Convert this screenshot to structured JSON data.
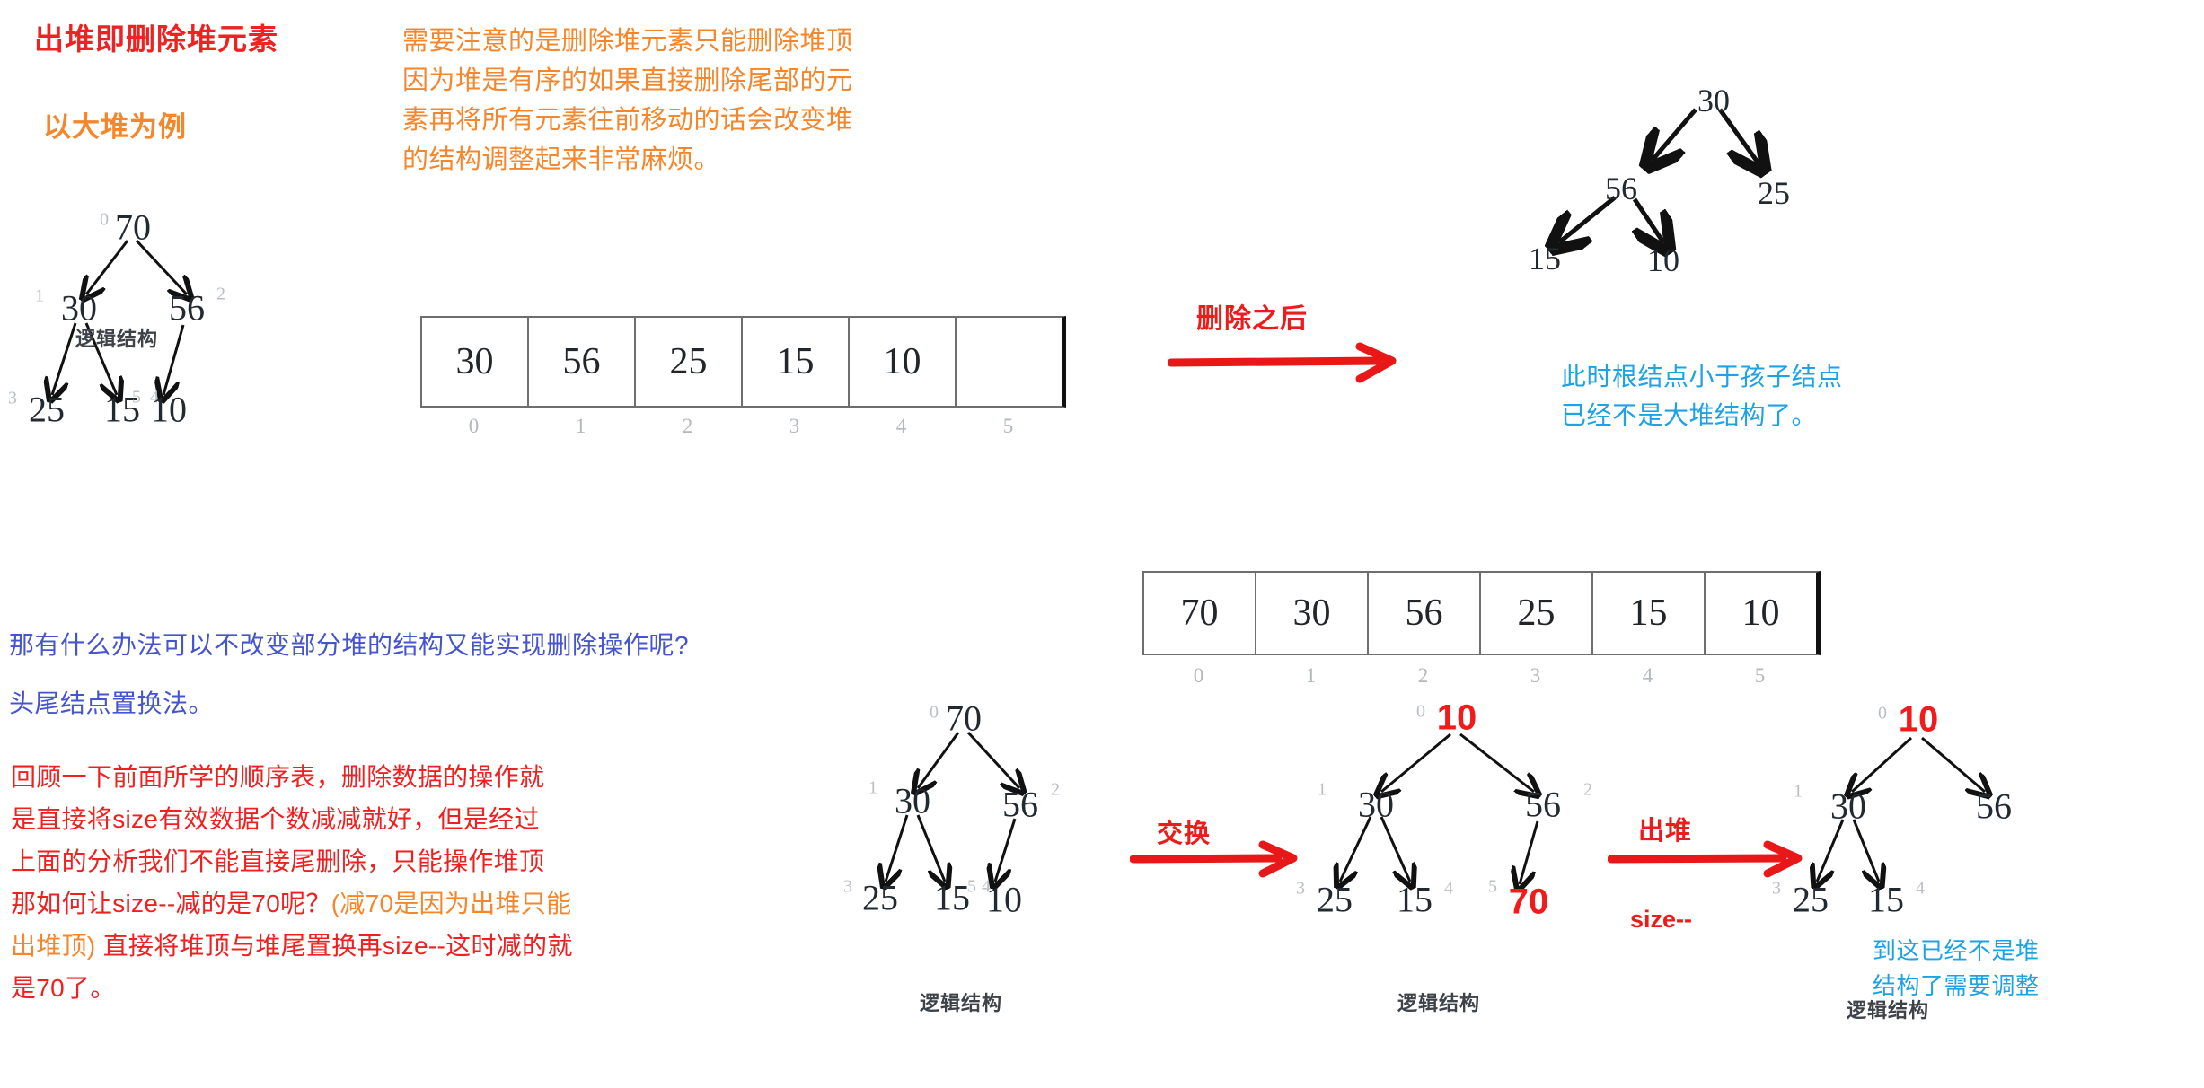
{
  "headings": {
    "title": "出堆即删除堆元素",
    "subtitle": "以大堆为例"
  },
  "notes": {
    "top_orange": "需要注意的是删除堆元素只能删除堆顶\n因为堆是有序的如果直接删除尾部的元\n素再将所有元素往前移动的话会改变堆\n的结构调整起来非常麻烦。",
    "blue_right_top": "此时根结点小于孩子结点\n已经不是大堆结构了。",
    "question_blue": "那有什么办法可以不改变部分堆的结构又能实现删除操作呢?",
    "method_blue": "头尾结点置换法。",
    "bottom_red_line1": "回顾一下前面所学的顺序表，删除数据的操作就",
    "bottom_red_line2": "是直接将size有效数据个数减减就好，但是经过",
    "bottom_red_line3": "上面的分析我们不能直接尾删除，只能操作堆顶",
    "bottom_red_line4a": "那如何让size--减的是70呢？",
    "bottom_red_line4b": "(减70是因为出堆只能",
    "bottom_red_line5a": "出堆顶)",
    "bottom_red_line5b": " 直接将堆顶与堆尾置换再size--这时减的就",
    "bottom_red_line6": "是70了。",
    "blue_right_bottom": "到这已经不是堆\n结构了需要调整"
  },
  "arrow_labels": {
    "after_delete": "删除之后",
    "swap": "交换",
    "pop_heap": "出堆",
    "size_dec": "size--"
  },
  "captions": {
    "logical_structure": "逻辑结构"
  },
  "arrays": [
    {
      "name": "array-after-delete",
      "values": [
        "30",
        "56",
        "25",
        "15",
        "10",
        ""
      ],
      "indices": [
        "0",
        "1",
        "2",
        "3",
        "4",
        "5"
      ]
    },
    {
      "name": "array-original",
      "values": [
        "70",
        "30",
        "56",
        "25",
        "15",
        "10"
      ],
      "indices": [
        "0",
        "1",
        "2",
        "3",
        "4",
        "5"
      ]
    }
  ],
  "trees": [
    {
      "name": "tree-original-heap",
      "caption": "逻辑结构",
      "nodes": [
        {
          "label": "70",
          "index": "0",
          "color": "black"
        },
        {
          "label": "30",
          "index": "1",
          "color": "black"
        },
        {
          "label": "56",
          "index": "2",
          "color": "black"
        },
        {
          "label": "25",
          "index": "3",
          "color": "black"
        },
        {
          "label": "15",
          "index": "4",
          "color": "black"
        },
        {
          "label": "10",
          "index": "5",
          "color": "black"
        }
      ]
    },
    {
      "name": "tree-after-delete",
      "caption": "",
      "nodes": [
        {
          "label": "30",
          "index": "",
          "color": "black"
        },
        {
          "label": "56",
          "index": "",
          "color": "black"
        },
        {
          "label": "25",
          "index": "",
          "color": "black"
        },
        {
          "label": "15",
          "index": "",
          "color": "black"
        },
        {
          "label": "10",
          "index": "",
          "color": "black"
        }
      ]
    },
    {
      "name": "tree-before-swap",
      "caption": "逻辑结构",
      "nodes": [
        {
          "label": "70",
          "index": "0",
          "color": "black"
        },
        {
          "label": "30",
          "index": "1",
          "color": "black"
        },
        {
          "label": "56",
          "index": "2",
          "color": "black"
        },
        {
          "label": "25",
          "index": "3",
          "color": "black"
        },
        {
          "label": "15",
          "index": "4",
          "color": "black"
        },
        {
          "label": "10",
          "index": "5",
          "color": "black"
        }
      ]
    },
    {
      "name": "tree-after-swap",
      "caption": "逻辑结构",
      "nodes": [
        {
          "label": "10",
          "index": "0",
          "color": "red"
        },
        {
          "label": "30",
          "index": "1",
          "color": "black"
        },
        {
          "label": "56",
          "index": "2",
          "color": "black"
        },
        {
          "label": "25",
          "index": "3",
          "color": "black"
        },
        {
          "label": "15",
          "index": "4",
          "color": "black"
        },
        {
          "label": "70",
          "index": "5",
          "color": "red"
        }
      ]
    },
    {
      "name": "tree-after-pop",
      "caption": "逻辑结构",
      "nodes": [
        {
          "label": "10",
          "index": "0",
          "color": "red"
        },
        {
          "label": "30",
          "index": "1",
          "color": "black"
        },
        {
          "label": "56",
          "index": "2",
          "color": "black"
        },
        {
          "label": "25",
          "index": "3",
          "color": "black"
        },
        {
          "label": "15",
          "index": "4",
          "color": "black"
        }
      ]
    }
  ],
  "colors": {
    "red": "#ee2222",
    "orange": "#f6862b",
    "blue_light": "#1ea2e6",
    "blue_indigo": "#4554cf",
    "node_text": "#222a31",
    "index_gray": "#b9bec4"
  }
}
